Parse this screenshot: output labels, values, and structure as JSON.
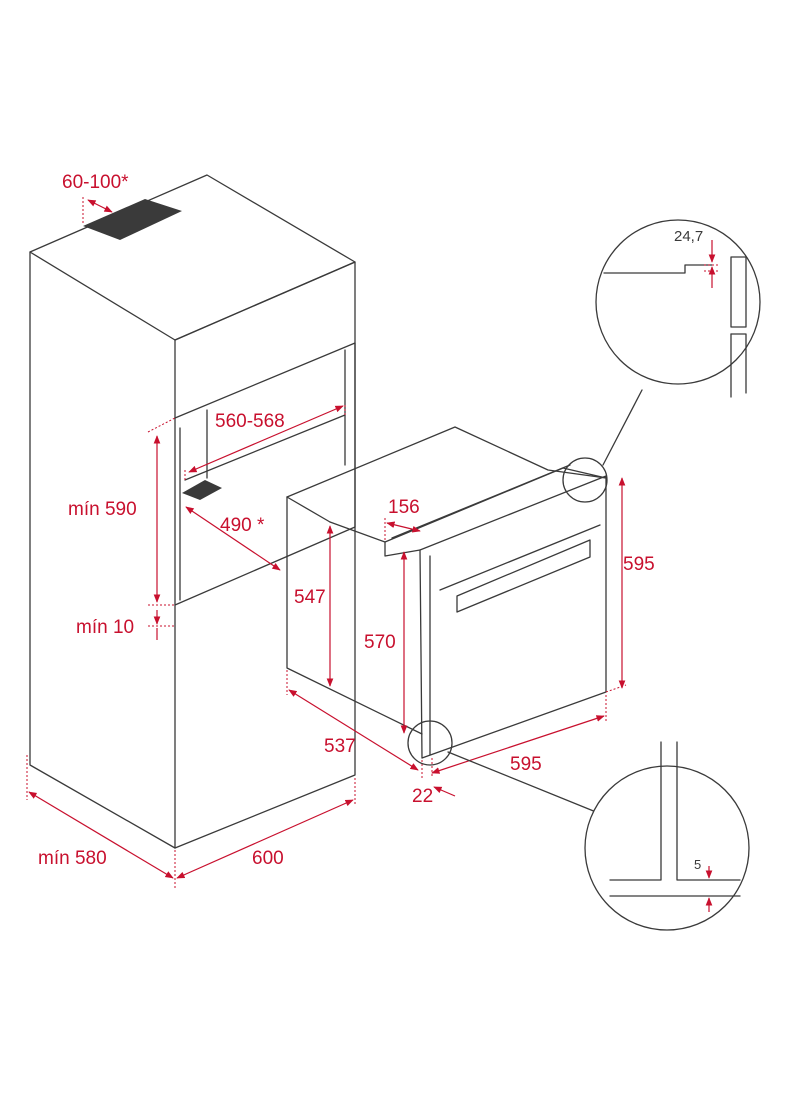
{
  "dimensions": {
    "vent_gap": "60-100*",
    "niche_width": "560-568",
    "niche_depth": "490 *",
    "niche_min_height": "mín 590",
    "niche_min_floor": "mín 10",
    "cabinet_min_depth": "mín 580",
    "cabinet_width": "600",
    "oven_body_height": "547",
    "oven_step_depth": "156",
    "oven_front_height": "570",
    "oven_total_height": "595",
    "oven_body_depth": "537",
    "oven_front_depth": "22",
    "oven_width": "595"
  },
  "details": {
    "top_gap": "24,7",
    "bottom_gap": "5"
  },
  "colors": {
    "dimension": "#c8102e",
    "outline": "#3a3a3a"
  }
}
